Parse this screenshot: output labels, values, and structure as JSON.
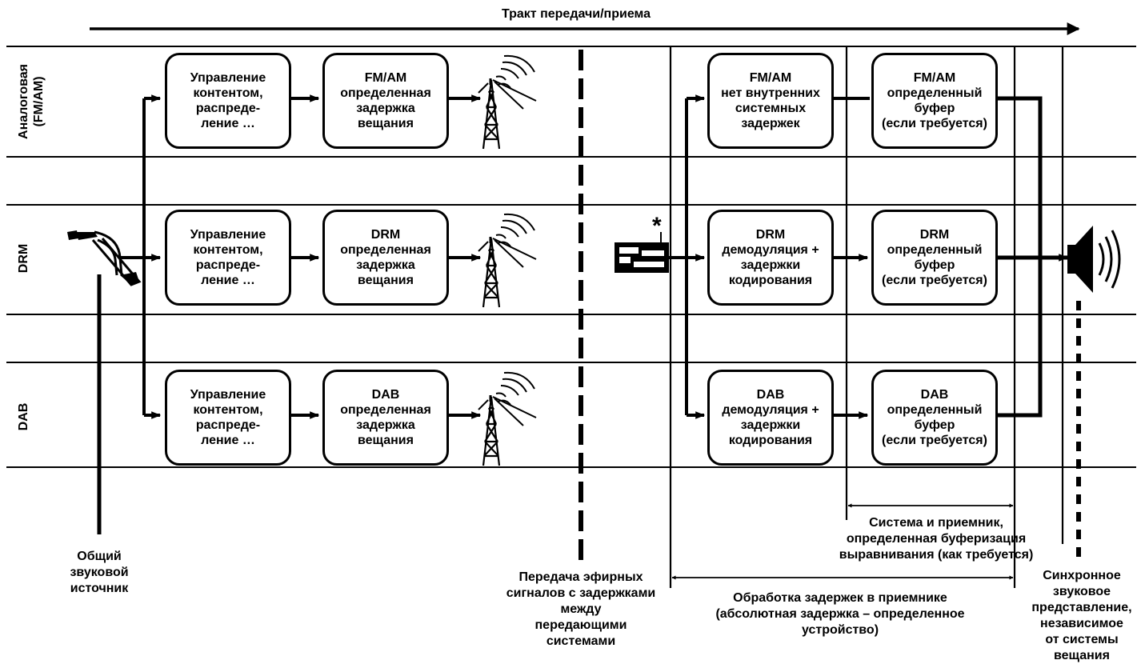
{
  "header": {
    "path_title": "Тракт передачи/приема"
  },
  "rows": [
    {
      "label_lines": [
        "Аналоговая",
        "(FM/AM)"
      ]
    },
    {
      "label_lines": [
        "DRM"
      ]
    },
    {
      "label_lines": [
        "DAB"
      ]
    }
  ],
  "source": {
    "caption_lines": [
      "Общий",
      "звуковой",
      "источник"
    ]
  },
  "content_boxes": [
    {
      "lines": [
        "Управление",
        "контентом,",
        "распреде-",
        "ление …"
      ]
    },
    {
      "lines": [
        "Управление",
        "контентом,",
        "распреде-",
        "ление …"
      ]
    },
    {
      "lines": [
        "Управление",
        "контентом,",
        "распреде-",
        "ление …"
      ]
    }
  ],
  "delay_boxes": [
    {
      "lines": [
        "FM/AM",
        "определенная",
        "задержка",
        "вещания"
      ]
    },
    {
      "lines": [
        "DRM",
        "определенная",
        "задержка",
        "вещания"
      ]
    },
    {
      "lines": [
        "DAB",
        "определенная",
        "задержка",
        "вещания"
      ]
    }
  ],
  "receiver_boxes": [
    {
      "lines": [
        "FM/AM",
        "нет внутренних",
        "системных",
        "задержек"
      ]
    },
    {
      "lines": [
        "DRM",
        "демодуляция +",
        "задержки",
        "кодирования"
      ]
    },
    {
      "lines": [
        "DAB",
        "демодуляция +",
        "задержки",
        "кодирования"
      ]
    }
  ],
  "buffer_boxes": [
    {
      "lines": [
        "FM/AM",
        "определенный",
        "буфер",
        "(если требуется)"
      ]
    },
    {
      "lines": [
        "DRM",
        "определенный",
        "буфер",
        "(если требуется)"
      ]
    },
    {
      "lines": [
        "DAB",
        "определенный",
        "буфер",
        "(если требуется)"
      ]
    }
  ],
  "receiver_marker": "*",
  "annotations": {
    "transmission_lines": [
      "Передача эфирных",
      "сигналов с задержками",
      "между",
      "передающими",
      "системами"
    ],
    "buffering_lines": [
      "Система и приемник,",
      "определенная буферизация",
      "выравнивания (как требуется)"
    ],
    "processing_lines": [
      "Обработка задержек в приемнике",
      "(абсолютная задержка – определенное",
      "устройство)"
    ],
    "sync_lines": [
      "Синхронное",
      "звуковое",
      "представление,",
      "независимое",
      "от системы",
      "вещания"
    ]
  }
}
